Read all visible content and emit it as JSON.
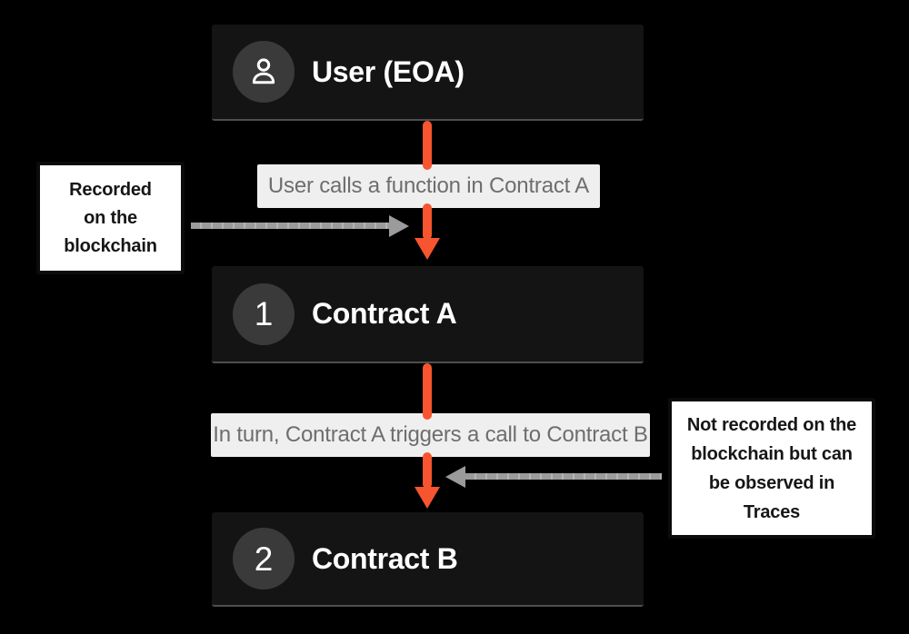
{
  "colors": {
    "background": "#000000",
    "node_bg": "#141414",
    "node_border_bottom": "#4f4f4f",
    "circle_bg": "#3a3a3a",
    "node_text": "#ffffff",
    "label_bg": "#efefef",
    "label_text": "#6e6e6e",
    "arrow_accent": "#f6552f",
    "arrow_gray": "#9b9b9b",
    "note_bg": "#ffffff",
    "note_border": "#0b0b0b",
    "note_text": "#161616"
  },
  "nodes": [
    {
      "id": "user-eoa",
      "icon": "user-icon",
      "title": "User (EOA)"
    },
    {
      "id": "contract-a",
      "badge": "1",
      "title": "Contract A"
    },
    {
      "id": "contract-b",
      "badge": "2",
      "title": "Contract B"
    }
  ],
  "flow_labels": [
    {
      "text": "User calls a function in Contract A"
    },
    {
      "text": "In turn, Contract A triggers a call to Contract B"
    }
  ],
  "side_notes": [
    {
      "side": "left",
      "lines": [
        "Recorded",
        "on the",
        "blockchain"
      ]
    },
    {
      "side": "right",
      "lines": [
        "Not recorded on the",
        "blockchain but can",
        "be observed in",
        "Traces"
      ]
    }
  ]
}
